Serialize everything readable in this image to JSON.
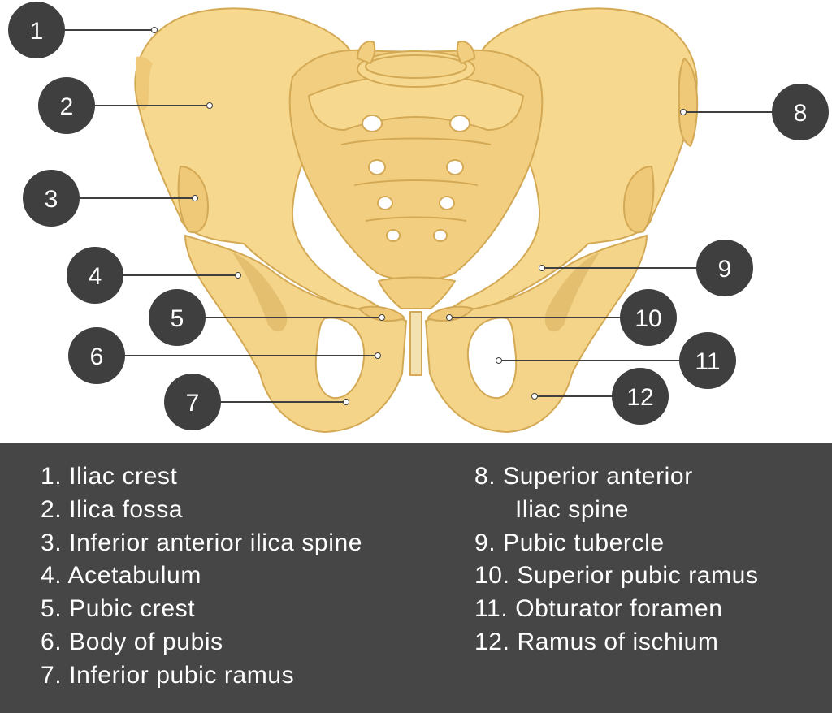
{
  "colors": {
    "bone": "#f6d98f",
    "bone_dark": "#e3bf6f",
    "bone_shadow": "#d9ae5a",
    "badge": "#3f3f3f",
    "panel": "#464646"
  },
  "callouts": [
    "1",
    "2",
    "3",
    "4",
    "5",
    "6",
    "7",
    "8",
    "9",
    "10",
    "11",
    "12"
  ],
  "legend": {
    "left": [
      "1. Iliac crest",
      "2. Ilica fossa",
      "3. Inferior anterior ilica spine",
      "4. Acetabulum",
      "5. Pubic crest",
      "6. Body of pubis",
      "7. Inferior pubic ramus"
    ],
    "right": [
      "8. Superior anterior",
      "Iliac spine",
      "9. Pubic tubercle",
      "10. Superior pubic ramus",
      "11. Obturator foramen",
      "12. Ramus of ischium"
    ]
  }
}
